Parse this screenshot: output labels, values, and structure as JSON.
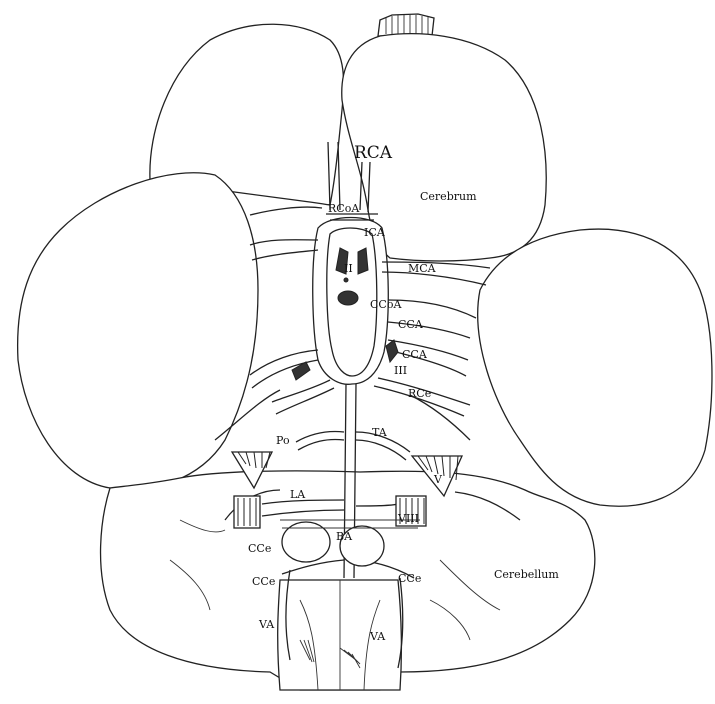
{
  "labels": {
    "rca": "RCA",
    "rcoa": "RCoA",
    "cerebrum": "Cerebrum",
    "ica": "ICA",
    "ii": "II",
    "mca": "MCA",
    "ccoa": "CCoA",
    "cca_upper": "CCA",
    "cca_lower": "CCA",
    "iii": "III",
    "rce": "RCe",
    "ta": "TA",
    "po": "Po",
    "v": "V",
    "la": "LA",
    "viii": "VIII",
    "ba": "BA",
    "cce_upper": "CCe",
    "cce_lower": "CCe",
    "cce_right": "CCe",
    "cerebellum": "Cerebellum",
    "va_left": "VA",
    "va_right": "VA"
  }
}
